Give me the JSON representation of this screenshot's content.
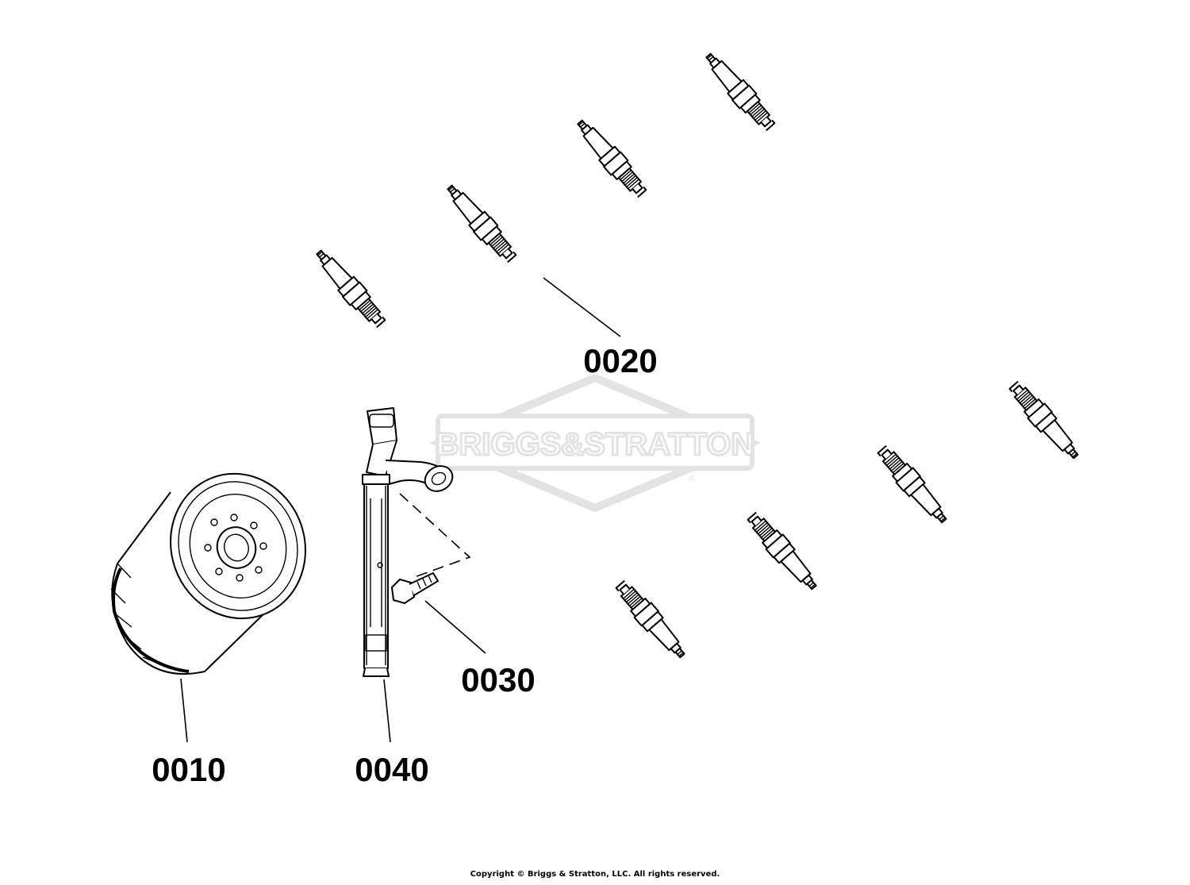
{
  "watermark": {
    "text": "BRIGGS&STRATTON",
    "color": "#e3e3e3"
  },
  "callouts": {
    "oil_filter": "0010",
    "spark_plug": "0020",
    "bolt": "0030",
    "sensor": "0040"
  },
  "footer": {
    "copyright": "Copyright © Briggs & Stratton, LLC. All rights reserved."
  },
  "colors": {
    "line": "#000000",
    "background": "#ffffff"
  }
}
